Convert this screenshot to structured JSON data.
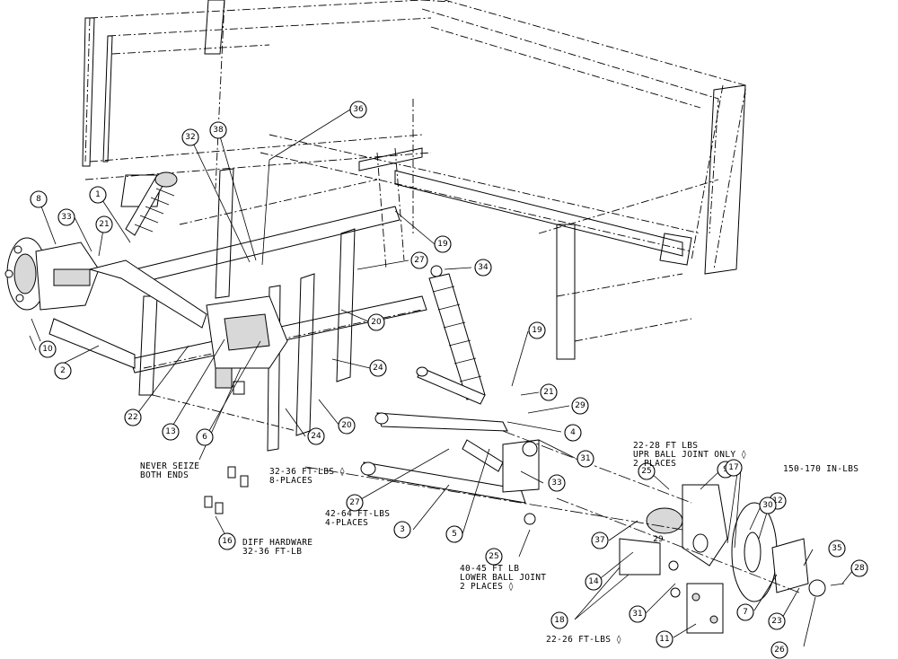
{
  "drawing": {
    "callouts": [
      {
        "id": "c1",
        "label": "1"
      },
      {
        "id": "c2",
        "label": "2"
      },
      {
        "id": "c3",
        "label": "3"
      },
      {
        "id": "c4",
        "label": "4"
      },
      {
        "id": "c5",
        "label": "5"
      },
      {
        "id": "c6",
        "label": "6"
      },
      {
        "id": "c7",
        "label": "7"
      },
      {
        "id": "c8",
        "label": "8"
      },
      {
        "id": "c9",
        "label": "9"
      },
      {
        "id": "c10",
        "label": "10"
      },
      {
        "id": "c11",
        "label": "11"
      },
      {
        "id": "c12",
        "label": "12"
      },
      {
        "id": "c13",
        "label": "13"
      },
      {
        "id": "c14",
        "label": "14"
      },
      {
        "id": "c16",
        "label": "16"
      },
      {
        "id": "c17",
        "label": "17"
      },
      {
        "id": "c18",
        "label": "18"
      },
      {
        "id": "c19a",
        "label": "19"
      },
      {
        "id": "c19b",
        "label": "19"
      },
      {
        "id": "c20a",
        "label": "20"
      },
      {
        "id": "c20b",
        "label": "20"
      },
      {
        "id": "c21a",
        "label": "21"
      },
      {
        "id": "c21b",
        "label": "21"
      },
      {
        "id": "c22",
        "label": "22"
      },
      {
        "id": "c23",
        "label": "23"
      },
      {
        "id": "c24a",
        "label": "24"
      },
      {
        "id": "c24b",
        "label": "24"
      },
      {
        "id": "c25a",
        "label": "25"
      },
      {
        "id": "c25b",
        "label": "25"
      },
      {
        "id": "c26",
        "label": "26"
      },
      {
        "id": "c27a",
        "label": "27"
      },
      {
        "id": "c27b",
        "label": "27"
      },
      {
        "id": "c28",
        "label": "28"
      },
      {
        "id": "c29",
        "label": "29"
      },
      {
        "id": "c30",
        "label": "30"
      },
      {
        "id": "c31a",
        "label": "31"
      },
      {
        "id": "c31b",
        "label": "31"
      },
      {
        "id": "c32",
        "label": "32"
      },
      {
        "id": "c33a",
        "label": "33"
      },
      {
        "id": "c33b",
        "label": "33"
      },
      {
        "id": "c34",
        "label": "34"
      },
      {
        "id": "c35",
        "label": "35"
      },
      {
        "id": "c36",
        "label": "36"
      },
      {
        "id": "c37",
        "label": "37"
      },
      {
        "id": "c38",
        "label": "38"
      }
    ],
    "part_mark": "29",
    "notes": {
      "never_seize": [
        "NEVER SEIZE",
        "BOTH ENDS"
      ],
      "torque_32_36_8pl": [
        "32-36 FT-LBS ◊",
        "8-PLACES"
      ],
      "torque_42_64": [
        "42-64 FT-LBS",
        "4-PLACES"
      ],
      "diff_hardware": [
        "DIFF HARDWARE",
        "32-36 FT-LB"
      ],
      "lower_ball_joint": [
        "40-45 FT LB",
        "LOWER BALL JOINT",
        "2 PLACES ◊"
      ],
      "upper_ball_joint": [
        "22-28 FT LBS",
        "UPR BALL JOINT ONLY ◊",
        "2 PLACES"
      ],
      "torque_150_170": "150-170 IN-LBS",
      "torque_22_26": "22-26 FT-LBS ◊"
    }
  }
}
